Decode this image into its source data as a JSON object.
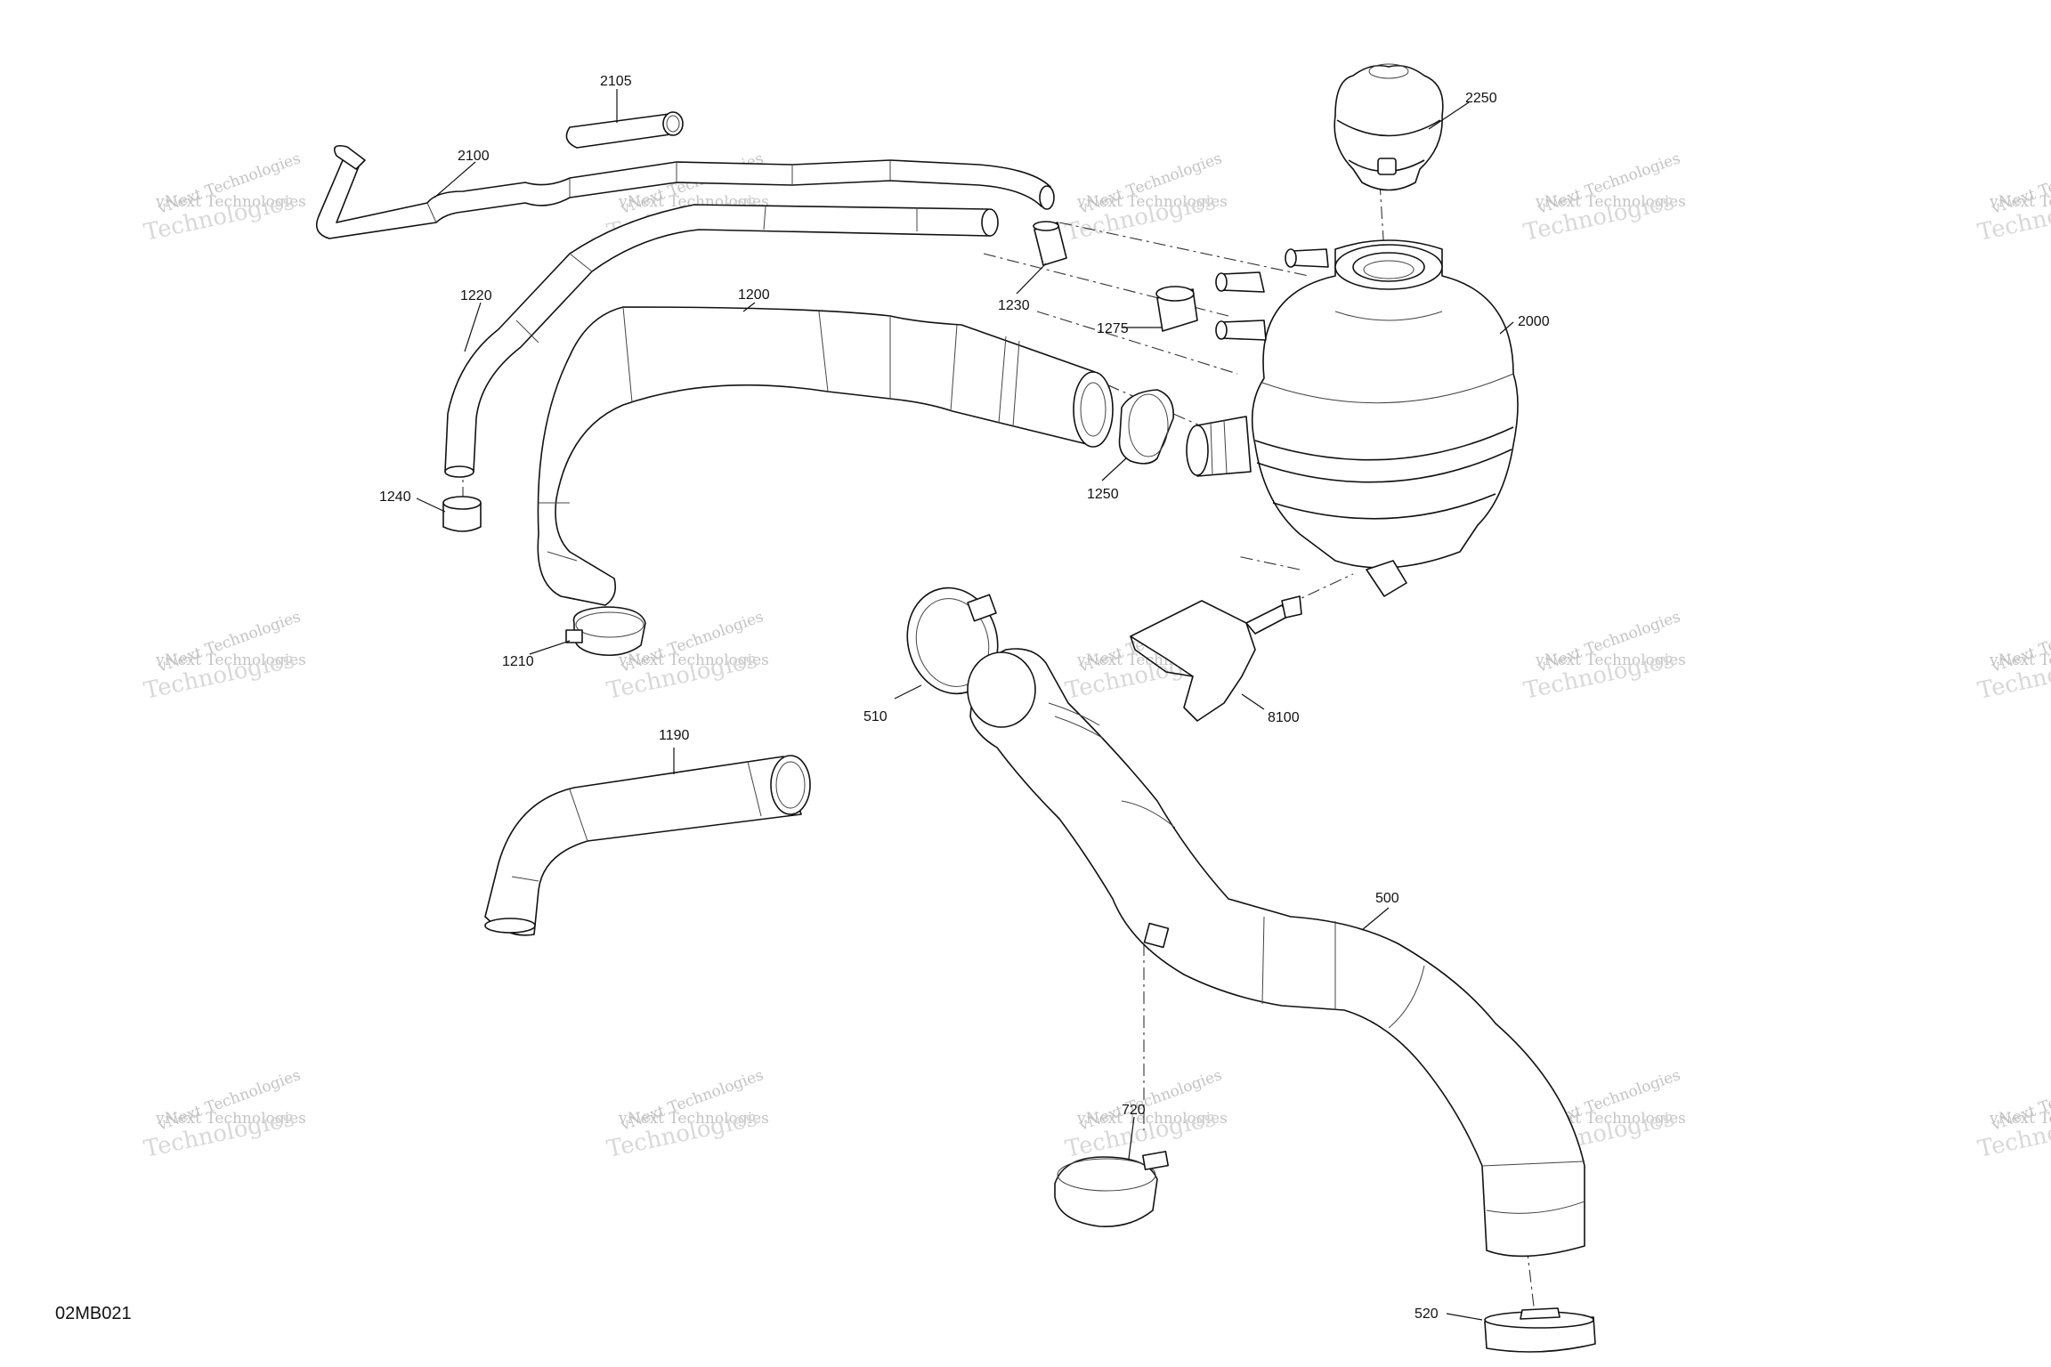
{
  "diagram_code": "02MB021",
  "watermark": {
    "line1": "vNext Technologies",
    "line2": "vNext Technologies",
    "line3": "Technologies"
  },
  "parts": [
    {
      "id": "2105",
      "label": "2105"
    },
    {
      "id": "2100",
      "label": "2100"
    },
    {
      "id": "2250",
      "label": "2250"
    },
    {
      "id": "1230",
      "label": "1230"
    },
    {
      "id": "1220",
      "label": "1220"
    },
    {
      "id": "1200",
      "label": "1200"
    },
    {
      "id": "1275",
      "label": "1275"
    },
    {
      "id": "2000",
      "label": "2000"
    },
    {
      "id": "1240",
      "label": "1240"
    },
    {
      "id": "1250",
      "label": "1250"
    },
    {
      "id": "1210",
      "label": "1210"
    },
    {
      "id": "510",
      "label": "510"
    },
    {
      "id": "8100",
      "label": "8100"
    },
    {
      "id": "1190",
      "label": "1190"
    },
    {
      "id": "500",
      "label": "500"
    },
    {
      "id": "720",
      "label": "720"
    },
    {
      "id": "520",
      "label": "520"
    }
  ],
  "colors": {
    "line": "#111111",
    "watermark": "#c8c8c8",
    "background": "#ffffff"
  }
}
